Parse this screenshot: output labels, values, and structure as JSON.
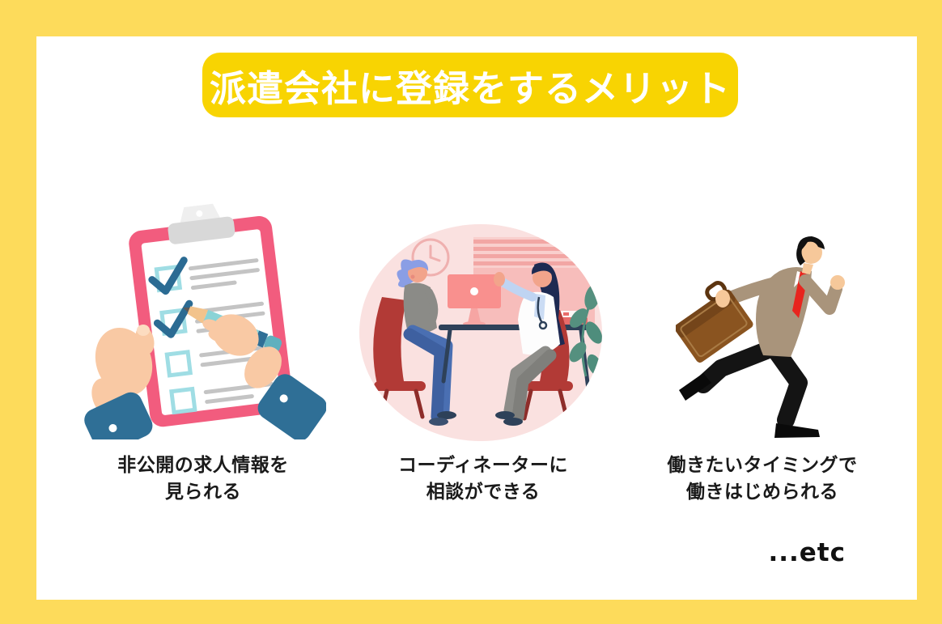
{
  "page": {
    "language": "ja",
    "colors": {
      "frame_yellow": "#FDDB5B",
      "banner_yellow": "#F8D402",
      "title_text": "#FFFFFF",
      "caption_text": "#1A1A1A",
      "clipboard_pink": "#F25C7E",
      "checkbox_teal": "#9FDDE4",
      "checkmark_navy": "#2B6B93",
      "scene_pink": "#FAE1E0",
      "chair_red": "#B23A36",
      "monitor_salmon": "#F9908E",
      "suit_tan": "#A9947B",
      "briefcase_brown": "#8A5420",
      "tie_red": "#E8251E"
    }
  },
  "header": {
    "title": "派遣会社に登録をするメリット"
  },
  "benefits": [
    {
      "illustration": "clipboard-checklist",
      "caption_line1": "非公開の求人情報を",
      "caption_line2": "見られる"
    },
    {
      "illustration": "coordinator-consultation",
      "caption_line1": "コーディネーターに",
      "caption_line2": "相談ができる"
    },
    {
      "illustration": "running-businessman",
      "caption_line1": "働きたいタイミングで",
      "caption_line2": "働きはじめられる"
    }
  ],
  "footer": {
    "etc_label": "...etc"
  }
}
